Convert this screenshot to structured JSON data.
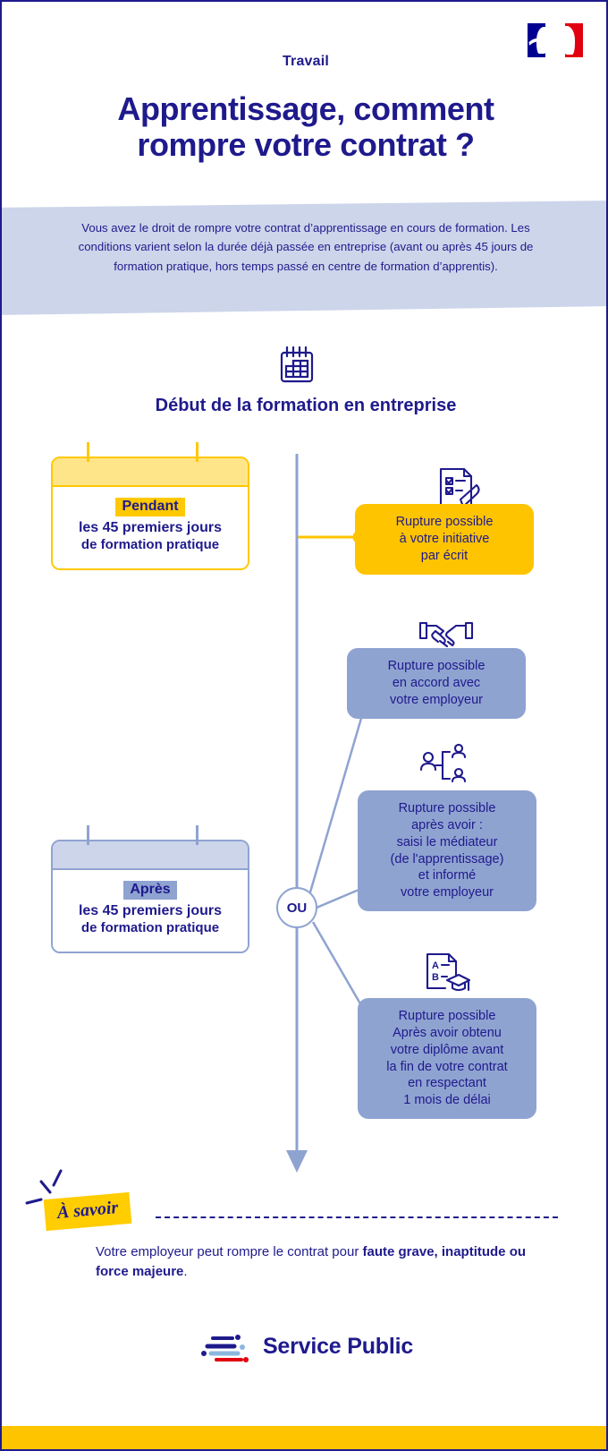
{
  "colors": {
    "brand_blue": "#1f1a8c",
    "yellow": "#ffc400",
    "light_yellow": "#ffe58a",
    "blue_box": "#8fa3d1",
    "band_blue": "#ccd5ea",
    "flag_blue": "#000091",
    "flag_red": "#e1000f"
  },
  "header": {
    "kicker": "Travail",
    "title_line1": "Apprentissage, comment",
    "title_line2": "rompre votre contrat ?",
    "flag_alt": "french-republic-logo"
  },
  "intro": {
    "text": "Vous avez le droit de rompre votre contrat d’apprentissage en cours de formation. Les conditions varient selon la durée déjà passée en entreprise (avant ou après 45 jours de formation pratique, hors temps passé en centre de formation d’apprentis)."
  },
  "section": {
    "icon": "calendar-icon",
    "heading": "Début de la formation en entreprise"
  },
  "periods": [
    {
      "tag": "Pendant",
      "line1": "les 45 premiers jours",
      "line2": "de formation pratique",
      "style": "yellow"
    },
    {
      "tag": "Après",
      "line1": "les 45 premiers jours",
      "line2": "de formation pratique",
      "style": "blue"
    }
  ],
  "branch_node": {
    "label": "OU"
  },
  "outcomes": [
    {
      "icon": "checklist-pen-icon",
      "style": "yellow",
      "lines": [
        "Rupture possible",
        "à votre initiative",
        "par écrit"
      ]
    },
    {
      "icon": "handshake-icon",
      "style": "blue",
      "lines": [
        "Rupture possible",
        "en accord avec",
        "votre employeur"
      ]
    },
    {
      "icon": "mediator-people-icon",
      "style": "blue",
      "lines": [
        "Rupture possible",
        "après avoir :",
        "saisi le médiateur",
        "(de l'apprentissage)",
        "et informé",
        "votre employeur"
      ]
    },
    {
      "icon": "diploma-graduation-icon",
      "style": "blue",
      "lines": [
        "Rupture possible",
        "Après avoir obtenu",
        "votre diplôme avant",
        "la fin de votre contrat",
        "en respectant",
        "1 mois de délai"
      ]
    }
  ],
  "note": {
    "badge": "À savoir",
    "text_before": "Votre employeur peut rompre le contrat pour ",
    "text_bold": "faute grave, inaptitude ou force majeure",
    "text_after": "."
  },
  "footer": {
    "logo_mark": "service-public-logo-mark",
    "logo_text": "Service Public"
  }
}
